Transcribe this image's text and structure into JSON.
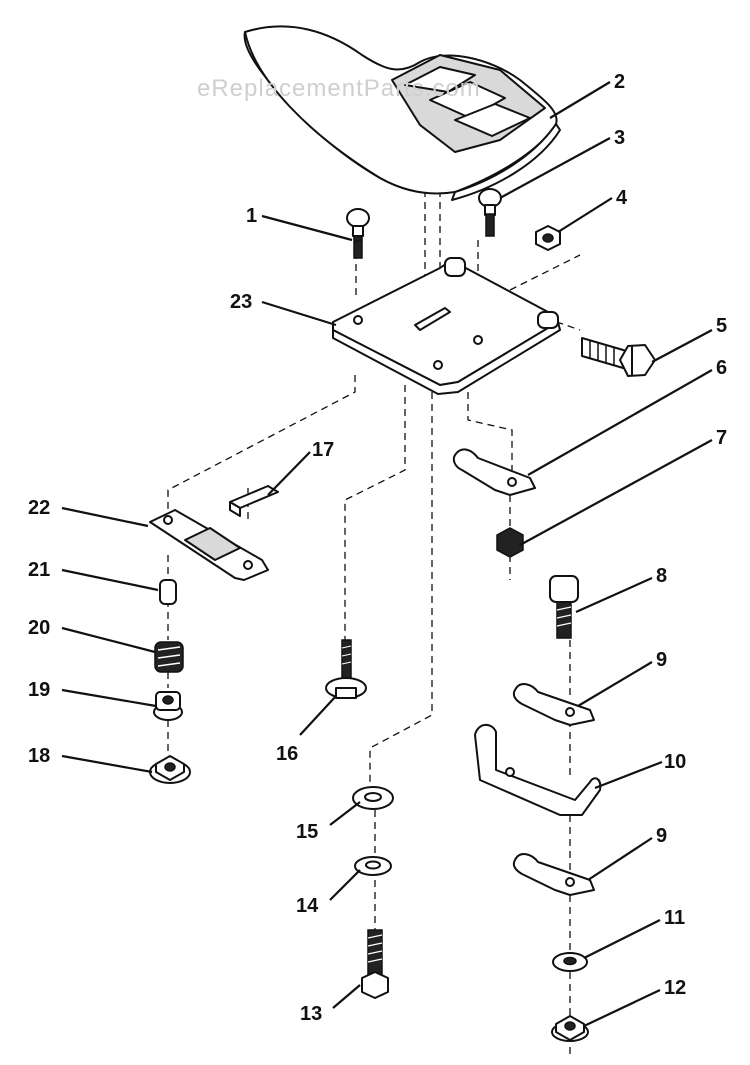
{
  "watermark": "eReplacementParts.com",
  "callouts": [
    {
      "id": "2",
      "text": "2"
    },
    {
      "id": "3",
      "text": "3"
    },
    {
      "id": "1",
      "text": "1"
    },
    {
      "id": "4",
      "text": "4"
    },
    {
      "id": "23",
      "text": "23"
    },
    {
      "id": "5",
      "text": "5"
    },
    {
      "id": "6",
      "text": "6"
    },
    {
      "id": "17",
      "text": "17"
    },
    {
      "id": "7",
      "text": "7"
    },
    {
      "id": "22",
      "text": "22"
    },
    {
      "id": "8",
      "text": "8"
    },
    {
      "id": "21",
      "text": "21"
    },
    {
      "id": "9a",
      "text": "9"
    },
    {
      "id": "20",
      "text": "20"
    },
    {
      "id": "19",
      "text": "19"
    },
    {
      "id": "16",
      "text": "16"
    },
    {
      "id": "10",
      "text": "10"
    },
    {
      "id": "18",
      "text": "18"
    },
    {
      "id": "15",
      "text": "15"
    },
    {
      "id": "9b",
      "text": "9"
    },
    {
      "id": "14",
      "text": "14"
    },
    {
      "id": "11",
      "text": "11"
    },
    {
      "id": "12",
      "text": "12"
    },
    {
      "id": "13",
      "text": "13"
    }
  ]
}
